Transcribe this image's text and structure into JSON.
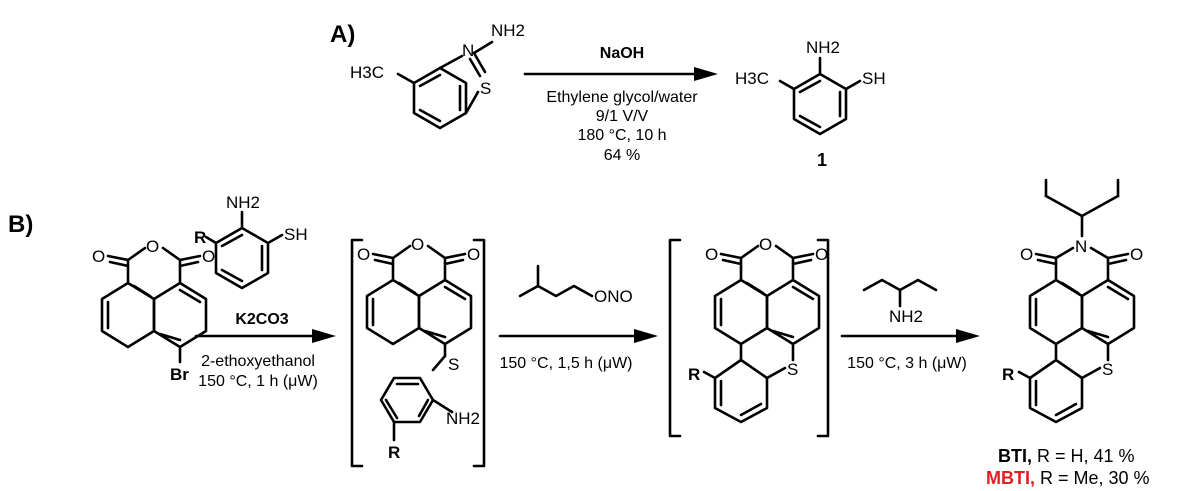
{
  "sections": {
    "a": "A)",
    "b": "B)"
  },
  "labels": {
    "amine_top": "NH2",
    "ring_N": "N",
    "ring_S": "S",
    "methyl": "H3C",
    "nh2": "NH2",
    "sh": "SH",
    "product_number": "1",
    "r": "R",
    "o": "O",
    "s": "S",
    "br": "Br",
    "n": "N",
    "ono": "ONO"
  },
  "reaction_a": {
    "reagent": "NaOH",
    "conditions": [
      "Ethylene glycol/water",
      "9/1 V/V",
      "180 °C, 10 h",
      "64 %"
    ]
  },
  "reaction_b": {
    "step1_reagent": "K2CO3",
    "step1_conditions": [
      "2-ethoxyethanol",
      "150 °C, 1 h (μW)"
    ],
    "step2_conditions": "150 °C, 1,5 h (μW)",
    "step3_conditions": "150 °C, 3 h (μW)"
  },
  "products": [
    {
      "name": "BTI,",
      "rest": " R = H, 41 %",
      "color": "#000000"
    },
    {
      "name": "MBTI,",
      "rest": " R = Me, 30 %",
      "color": "#e02020"
    }
  ]
}
